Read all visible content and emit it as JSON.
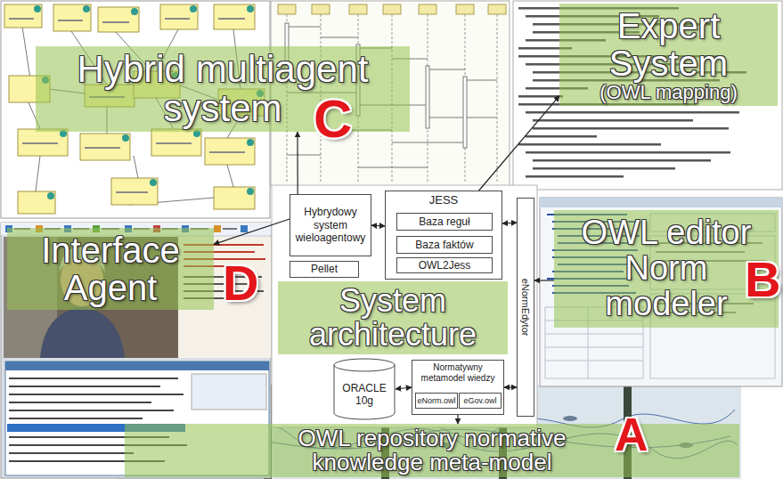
{
  "diagram": {
    "nodes": [
      {
        "text": [
          "Hybrid multiagent system"
        ]
      },
      {
        "text": [
          "Expert System",
          "(OWL mapping)"
        ]
      },
      {
        "text": [
          "Hybrydowy system wieloagentowy"
        ]
      },
      {
        "text": [
          "JESS"
        ]
      },
      {
        "text": [
          "Baza reguł"
        ],
        "in": 3
      },
      {
        "text": [
          "Baza faktów"
        ],
        "in": 3
      },
      {
        "text": [
          "OWL2Jess"
        ],
        "in": 3
      },
      {
        "text": [
          "Interface Agent"
        ]
      },
      {
        "text": [
          "System architecture"
        ]
      },
      {
        "text": [
          "eNormEdytor"
        ]
      },
      {
        "text": [
          "OWL editor Norm modeler"
        ]
      },
      {
        "text": [
          "Pellet"
        ]
      },
      {
        "text": [
          "ORACLE 10g"
        ]
      },
      {
        "text": [
          "Normatywny metamodel wiedzy"
        ]
      },
      {
        "text": [
          "eNorm.owl"
        ],
        "in": 13
      },
      {
        "text": [
          "eGov.owl"
        ],
        "in": 13
      },
      {
        "text": [
          "OWL repository normative knowledge meta-model"
        ]
      }
    ],
    "edges": [
      {
        "from": 2,
        "to": 0,
        "arrow": "to"
      },
      {
        "from": 2,
        "to": 7,
        "arrow": "to"
      },
      {
        "from": 3,
        "to": 1,
        "arrow": "to"
      },
      {
        "from": 2,
        "to": 3,
        "arrow": "both"
      },
      {
        "from": 3,
        "to": 9,
        "arrow": "both"
      },
      {
        "from": 13,
        "to": 9,
        "arrow": "both"
      },
      {
        "from": 12,
        "to": 13,
        "arrow": "both"
      },
      {
        "from": 10,
        "to": 9,
        "arrow": "to"
      },
      {
        "from": 13,
        "to": 16,
        "arrow": "to"
      }
    ],
    "labels": [
      "C",
      "D",
      "B",
      "A"
    ]
  }
}
